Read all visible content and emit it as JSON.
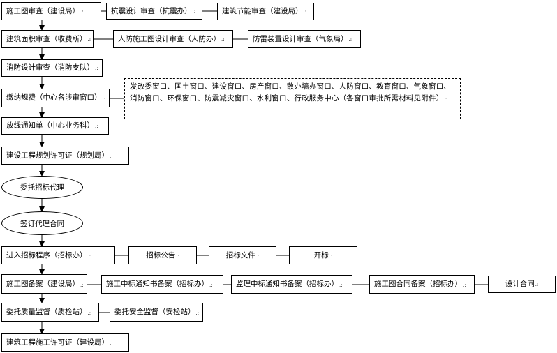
{
  "nodes": {
    "n1": "施工图审查（建设局）",
    "n2": "抗震设计审查（抗震办）",
    "n3": "建筑节能审查（建设局）",
    "n4": "建筑面积审查（收费所）",
    "n5": "人防施工图设计审查（人防办）",
    "n6": "防雷装置设计审查（气象局）",
    "n7": "消防设计审查（消防支队）",
    "n8": "缴纳规费（中心各涉审窗口）",
    "n9": "放线通知单（中心业务科）",
    "n10": "建设工程规划许可证（规划局）",
    "n11": "委托招标代理",
    "n12": "签订代理合同",
    "n13": "进入招标程序（招标办）",
    "n14": "招标公告",
    "n15": "招标文件",
    "n16": "开标",
    "n17": "施工图备案（建设局）",
    "n18": "施工中标通知书备案（招标办）",
    "n19": "监理中标通知书备案（招标办）",
    "n20": "施工图合同备案（招标办）",
    "n21": "设计合同",
    "n22": "委托质量监督（质检站）",
    "n23": "委托安全监督（安检站）",
    "n24": "建筑工程施工许可证（建设局）"
  },
  "windows_note": "发改委窗口、国土窗口、建设窗口、房产窗口、散办墙办窗口、人防窗口、教育窗口、气象窗口、消防窗口、环保窗口、防震减灾窗口、水利窗口、行政服务中心（各窗口审批所需材料见附件）",
  "mark": ".:"
}
